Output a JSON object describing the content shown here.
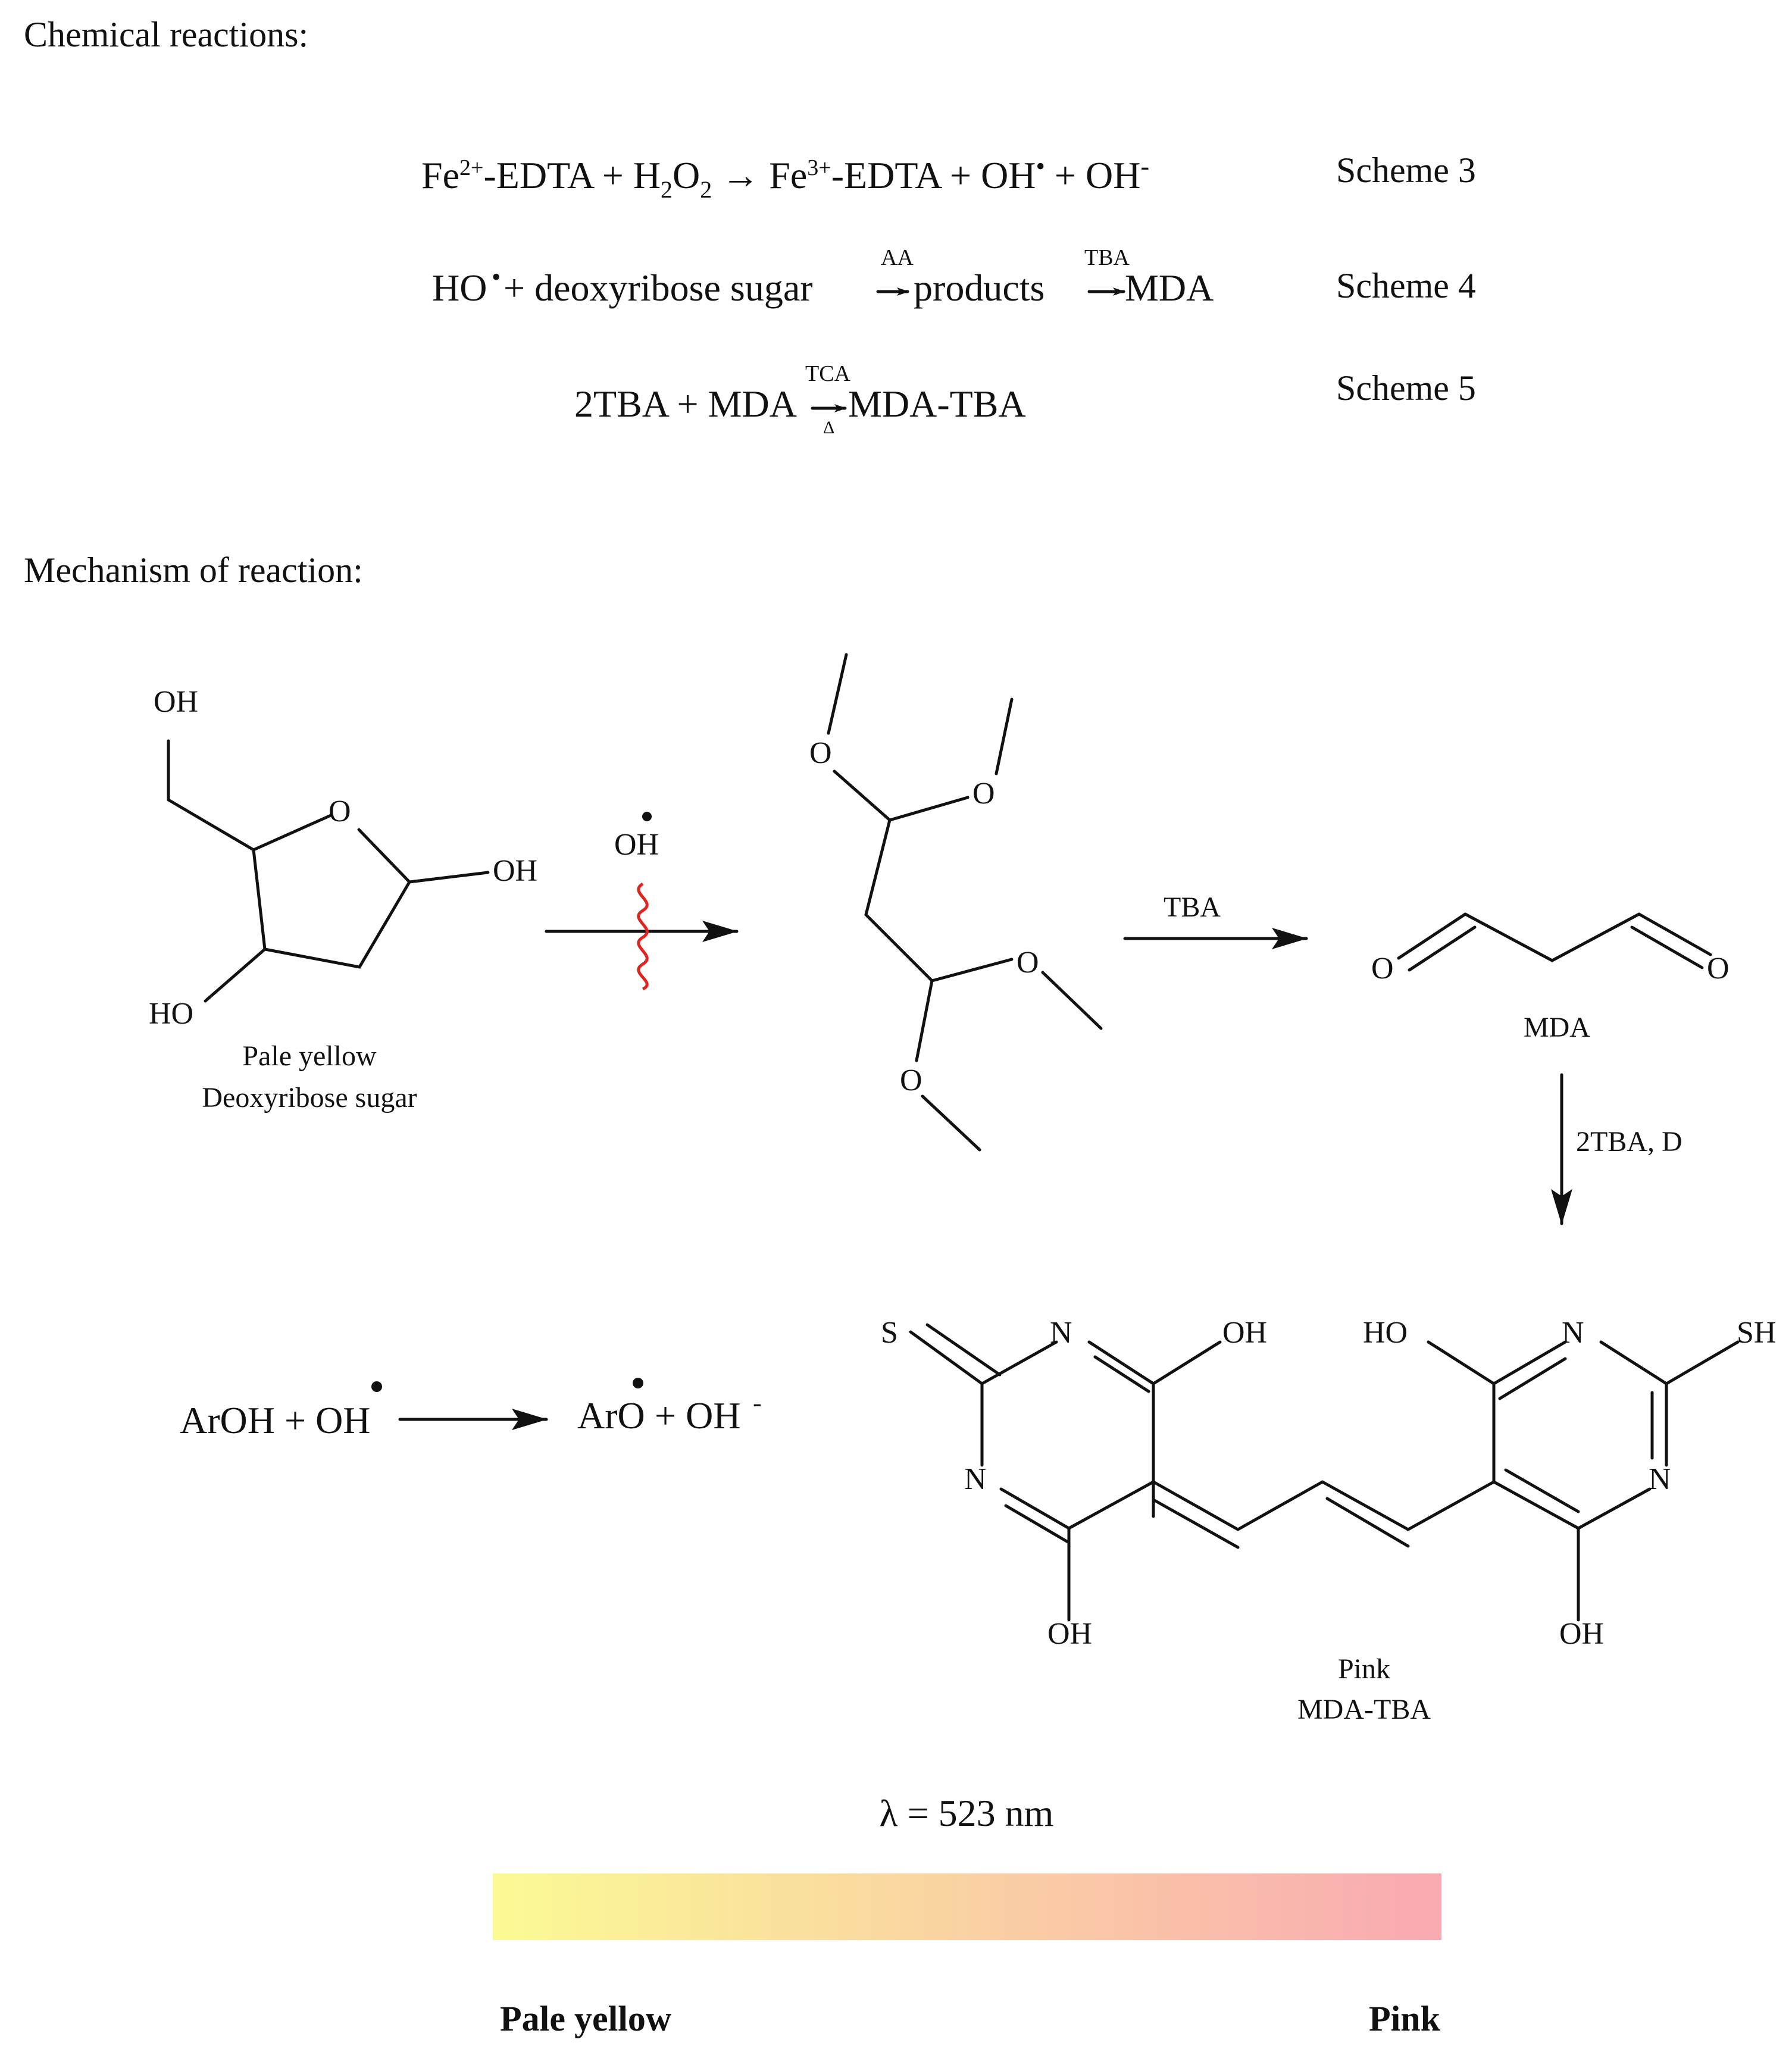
{
  "headers": {
    "reactions": "Chemical reactions:",
    "mechanism": "Mechanism of reaction:"
  },
  "equations": {
    "eq3": {
      "parts": [
        "Fe",
        "2+",
        "-EDTA + H",
        "2",
        "O",
        "2",
        " → Fe",
        "3+",
        "-EDTA + OH",
        "•",
        " + OH",
        "-"
      ],
      "label": "Scheme 3"
    },
    "eq4": {
      "left": "HO",
      "dot": "•",
      "mid1": " + deoxyribose  sugar ",
      "over1": "AA",
      "mid2": " products ",
      "over2": "TBA",
      "right": " MDA",
      "label": "Scheme 4"
    },
    "eq5": {
      "left": "2TBA + MDA ",
      "over": "TCA",
      "under": "Δ",
      "right": " MDA-TBA",
      "label": "Scheme 5"
    }
  },
  "mechanism": {
    "sugar": {
      "atoms": {
        "oh_top": "OH",
        "o_ring": "O",
        "oh_right": "OH",
        "ho_left": "HO"
      },
      "caption_line1": "Pale yellow",
      "caption_line2": "Deoxyribose sugar"
    },
    "radical_reagent": "OH",
    "intermediate_atoms": {
      "o1": "O",
      "o2": "O",
      "o3": "O",
      "o4": "O"
    },
    "tba_label": "TBA",
    "mda": {
      "o_left": "O",
      "o_right": "O",
      "name": "MDA"
    },
    "down_arrow_label": "2TBA, D",
    "product": {
      "atoms": {
        "s": "S",
        "n1": "N",
        "oh1": "OH",
        "n2": "N",
        "oh_bottom_left": "OH",
        "ho": "HO",
        "n3": "N",
        "sh": "SH",
        "n4": "N",
        "oh_bottom_right": "OH"
      },
      "caption_line1": "Pink",
      "caption_line2": "MDA-TBA"
    },
    "aroh": {
      "left": "ArOH + OH",
      "right_ar": "ArO",
      "right_rest": " + OH",
      "minus": "-"
    }
  },
  "color_scale": {
    "wavelength": "λ = 523 nm",
    "start_color": "#fbfa94",
    "end_color": "#f9a9b2",
    "left_label": "Pale yellow",
    "right_label": "Pink"
  }
}
